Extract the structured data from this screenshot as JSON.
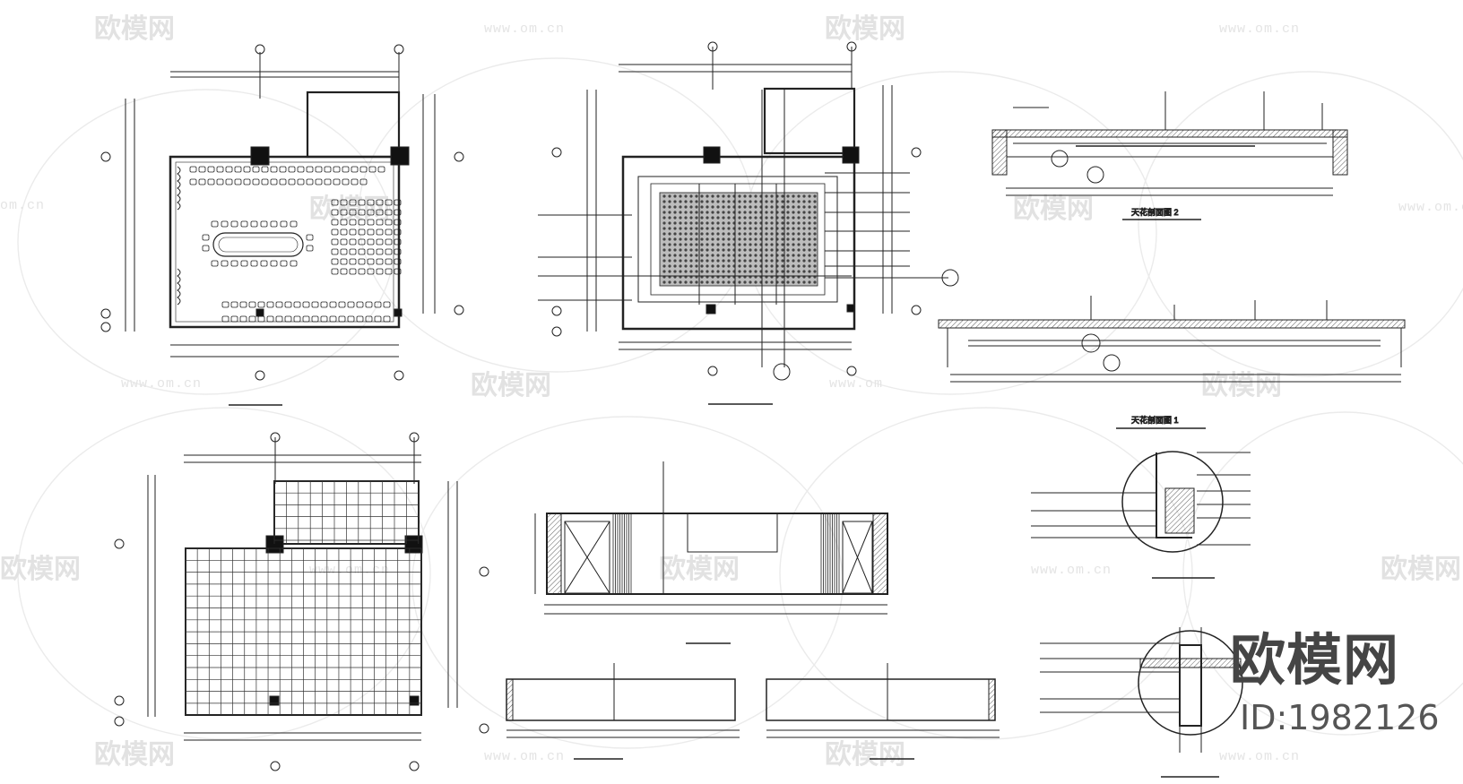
{
  "watermark": {
    "brand_cn": "欧模网",
    "url": "www.om.cn",
    "partial_left": "om.cn",
    "partial_right": "www.om"
  },
  "stamp": {
    "brand": "欧模网",
    "id": "ID:1982126"
  },
  "drawings": {
    "ceiling_section_2_caption": "天花剖面图 2",
    "ceiling_section_1_caption": "天花剖面图 1"
  }
}
